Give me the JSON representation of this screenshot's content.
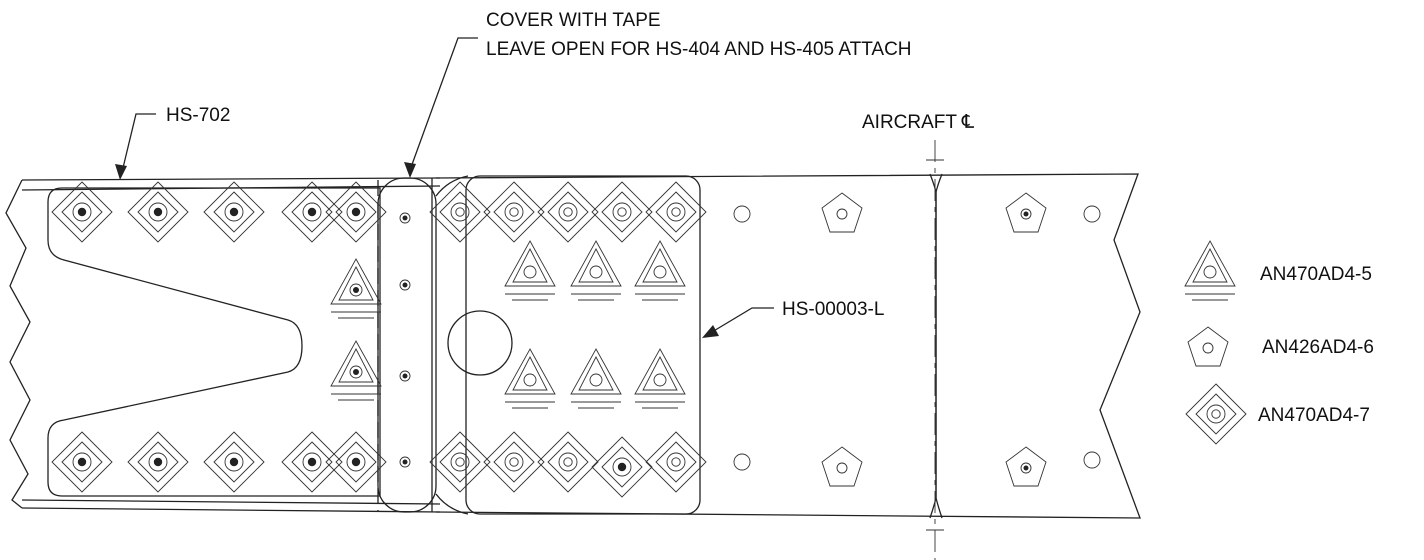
{
  "callouts": {
    "tape_line1": "COVER WITH TAPE",
    "tape_line2": "LEAVE OPEN FOR HS-404 AND HS-405 ATTACH",
    "part_left": "HS-702",
    "part_center": "HS-00003-L",
    "centerline": "AIRCRAFT ℄"
  },
  "legend": [
    {
      "symbol": "triangle-rivet-icon",
      "label": "AN470AD4-5"
    },
    {
      "symbol": "pentagon-rivet-icon",
      "label": "AN426AD4-6"
    },
    {
      "symbol": "diamond-rivet-icon",
      "label": "AN470AD4-7"
    }
  ]
}
